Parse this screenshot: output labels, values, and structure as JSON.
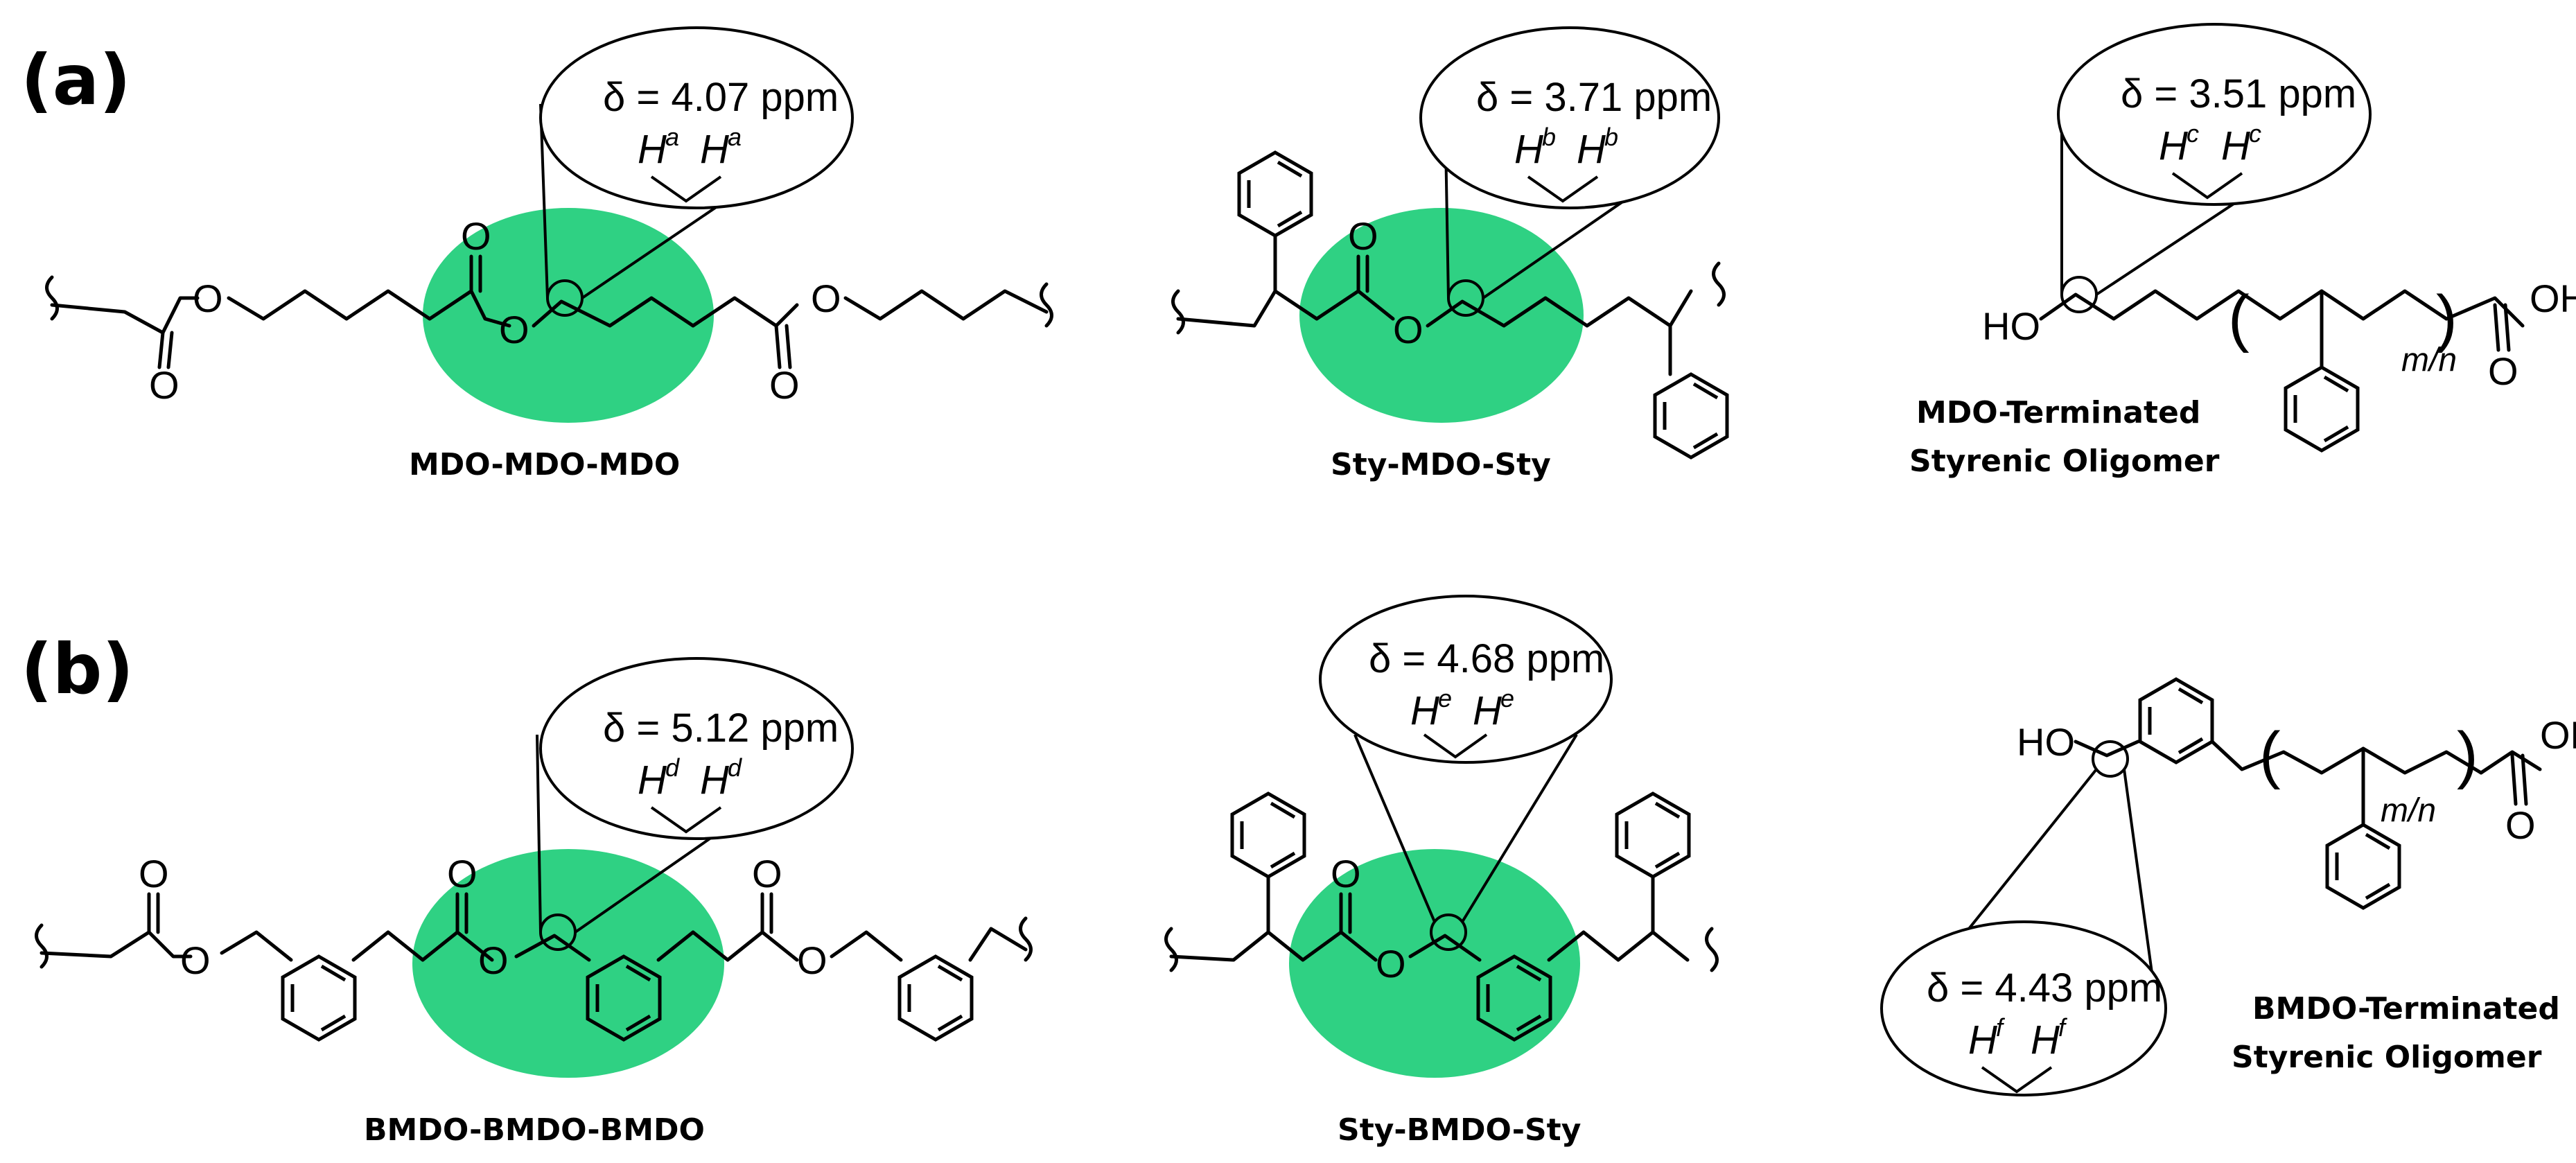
{
  "panels": {
    "a": "(a)",
    "b": "(b)"
  },
  "atoms": {
    "O": "O",
    "HO": "HO",
    "OH": "OH",
    "mn": "m/n"
  },
  "structures": {
    "s1": {
      "name": "MDO-MDO-MDO",
      "shift": "δ = 4.07 ppm",
      "H": "H",
      "sup": "a"
    },
    "s2": {
      "name": "Sty-MDO-Sty",
      "shift": "δ = 3.71 ppm",
      "H": "H",
      "sup": "b"
    },
    "s3": {
      "name_line1": "MDO-Terminated",
      "name_line2": "Styrenic Oligomer",
      "shift": "δ = 3.51 ppm",
      "H": "H",
      "sup": "c"
    },
    "s4": {
      "name": "BMDO-BMDO-BMDO",
      "shift": "δ = 5.12 ppm",
      "H": "H",
      "sup": "d"
    },
    "s5": {
      "name": "Sty-BMDO-Sty",
      "shift": "δ = 4.68 ppm",
      "H": "H",
      "sup": "e"
    },
    "s6": {
      "name_line1": "BMDO-Terminated",
      "name_line2": "Styrenic Oligomer",
      "shift": "δ = 4.43 ppm",
      "H": "H",
      "sup": "f"
    }
  },
  "colors": {
    "highlight": "#2fd183",
    "line": "#000000"
  }
}
